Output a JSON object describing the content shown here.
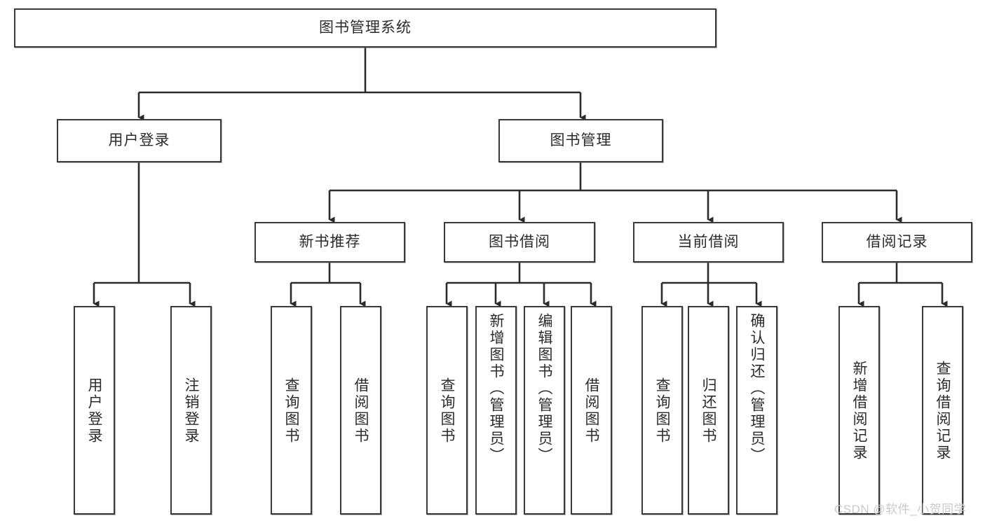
{
  "diagram": {
    "title": "图书管理系统",
    "type": "tree-hierarchy-chart",
    "colors": {
      "box_border": "#3a3a3a",
      "box_fill": "#ffffff",
      "connector": "#2b2b2b",
      "watermark": "#c9c9c9",
      "background": "#ffffff"
    },
    "root": {
      "label": "图书管理系统"
    },
    "level2": [
      {
        "label": "用户登录"
      },
      {
        "label": "图书管理"
      }
    ],
    "level3": [
      {
        "label": "新书推荐"
      },
      {
        "label": "图书借阅"
      },
      {
        "label": "当前借阅"
      },
      {
        "label": "借阅记录"
      }
    ],
    "leaves": {
      "user_login": [
        {
          "label": "用户登录"
        },
        {
          "label": "注销登录"
        }
      ],
      "new_book_recommend": [
        {
          "label": "查询图书"
        },
        {
          "label": "借阅图书"
        }
      ],
      "book_borrow": [
        {
          "label": "查询图书"
        },
        {
          "label": "新增图书（管理员）"
        },
        {
          "label": "编辑图书（管理员）"
        },
        {
          "label": "借阅图书"
        }
      ],
      "current_borrow": [
        {
          "label": "查询图书"
        },
        {
          "label": "归还图书"
        },
        {
          "label": "确认归还（管理员）"
        }
      ],
      "borrow_record": [
        {
          "label": "新增借阅记录"
        },
        {
          "label": "查询借阅记录"
        }
      ]
    },
    "watermark": "CSDN @软件_小贺同学"
  }
}
